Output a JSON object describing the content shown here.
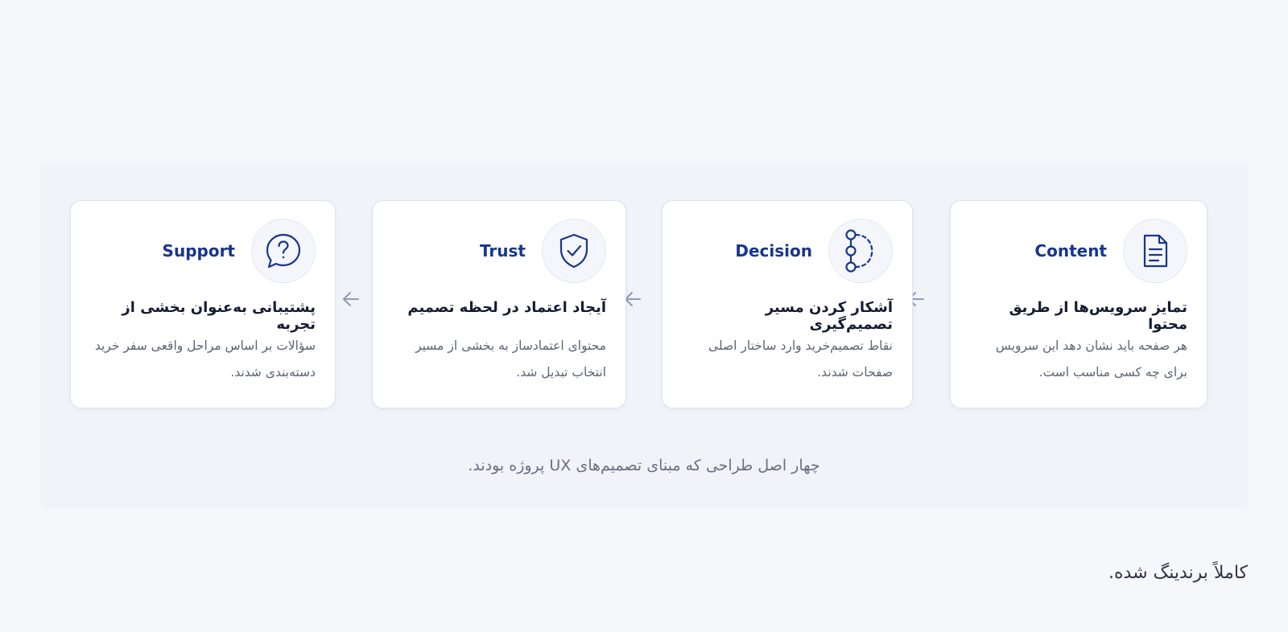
{
  "cards": [
    {
      "tag": "Content",
      "icon": "document-icon",
      "title": "تمایز سرویس‌ها از طریق محتوا",
      "desc": "هر صفحه باید نشان دهد این سرویس برای چه کسی مناسب است."
    },
    {
      "tag": "Decision",
      "icon": "decision-path-icon",
      "title": "آشکار کردن مسیر تصمیم‌گیری",
      "desc": "نقاط تصمیم‌خرید وارد ساختار اصلی صفحات شدند."
    },
    {
      "tag": "Trust",
      "icon": "shield-check-icon",
      "title": "آیجاد اعتماد در لحظه تصمیم",
      "desc": "محتوای اعتمادساز به بخشی از مسیر انتخاب تبدیل شد."
    },
    {
      "tag": "Support",
      "icon": "question-bubble-icon",
      "title": "پشتیبانی به‌عنوان بخشی از تجربه",
      "desc": "سؤالات بر اساس مراحل واقعی سفر خرید دسته‌بندی شدند."
    }
  ],
  "caption": "چهار اصل طراحی که مبنای تصمیم‌های UX پروژه بودند.",
  "footer_text": "کاملاً برندینگ شده.",
  "colors": {
    "accent": "#17368c",
    "arrow": "#8f9ab5",
    "title": "#151c33",
    "body": "#5d6375"
  }
}
